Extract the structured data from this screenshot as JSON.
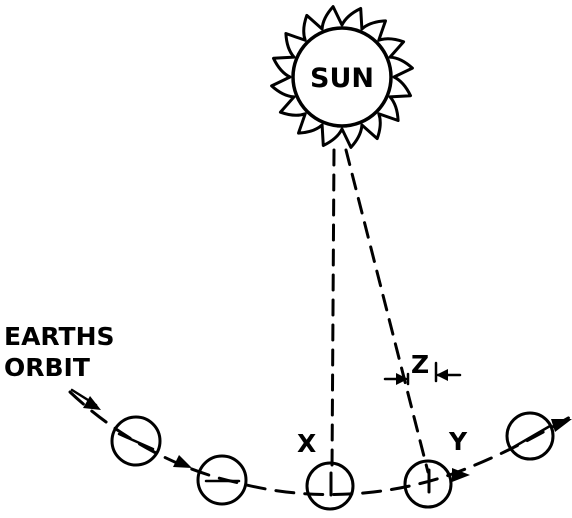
{
  "labels": {
    "sun": "SUN",
    "orbit_line1": "EARTHS",
    "orbit_line2": "ORBIT",
    "x": "X",
    "y": "Y",
    "z": "Z"
  },
  "colors": {
    "ink": "#000000",
    "background": "#ffffff"
  }
}
